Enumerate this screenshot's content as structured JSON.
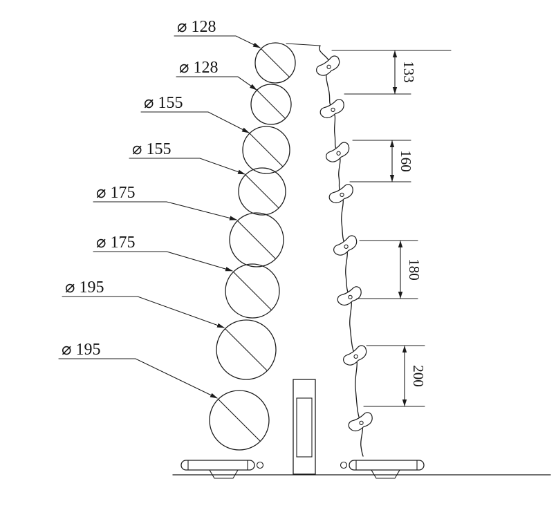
{
  "drawing": {
    "background": "#ffffff",
    "line_color": "#1b1b1b",
    "diameter_labels": [
      "⌀ 128",
      "⌀ 128",
      "⌀ 155",
      "⌀ 155",
      "⌀ 175",
      "⌀ 175",
      "⌀ 195",
      "⌀ 195"
    ],
    "spacing_labels": [
      "133",
      "160",
      "180",
      "200"
    ]
  }
}
